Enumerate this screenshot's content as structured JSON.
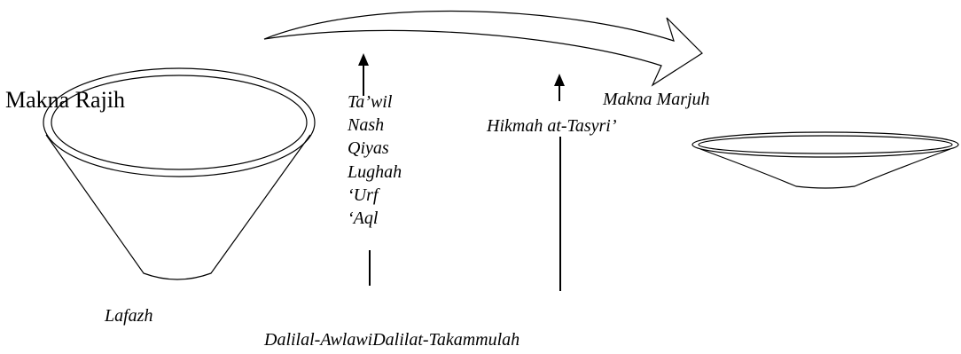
{
  "labels": {
    "makna_rajih": "Makna Rajih",
    "makna_marjuh": "Makna Marjuh",
    "hikmah": "Hikmah at-Tasyri’",
    "lafazh": "Lafazh",
    "bottom": "Dalilal-AwlawiDalilat-Takammulah"
  },
  "methods": [
    "Ta’wil",
    "Nash",
    "Qiyas",
    "Lughah",
    "‘Urf",
    "‘Aql"
  ]
}
